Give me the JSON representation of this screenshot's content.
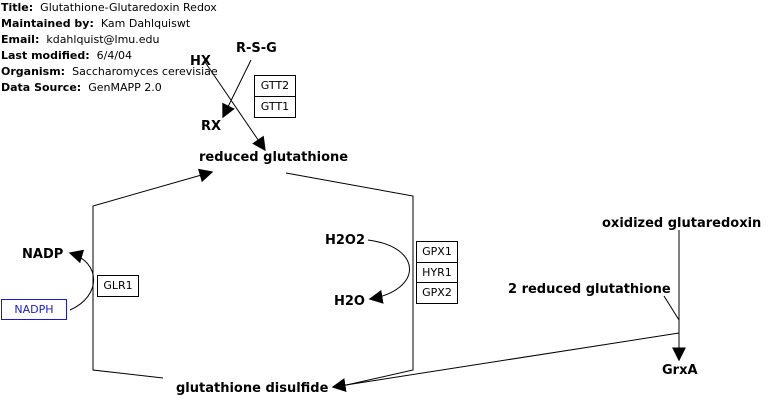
{
  "header": {
    "title_label": "Title:",
    "title_value": "Glutathione-Glutaredoxin Redox",
    "maintained_label": "Maintained by:",
    "maintained_value": "Kam Dahlquiswt",
    "email_label": "Email:",
    "email_value": "kdahlquist@lmu.edu",
    "modified_label": "Last modified:",
    "modified_value": "6/4/04",
    "organism_label": "Organism:",
    "organism_value": "Saccharomyces cerevisiae",
    "source_label": "Data Source:",
    "source_value": "GenMAPP 2.0"
  },
  "labels": {
    "hx": "HX",
    "rsg": "R-S-G",
    "rx": "RX",
    "reduced_glutathione": "reduced glutathione",
    "nadp": "NADP",
    "h2o2": "H2O2",
    "h2o": "H2O",
    "glutathione_disulfide": "glutathione disulfide",
    "oxidized_glutaredoxin": "oxidized glutaredoxin",
    "two_reduced_glutathione": "2 reduced glutathione",
    "grxa": "GrxA"
  },
  "genes": {
    "gtt2": "GTT2",
    "gtt1": "GTT1",
    "glr1": "GLR1",
    "nadph": "NADPH",
    "gpx1": "GPX1",
    "hyr1": "HYR1",
    "gpx2": "GPX2"
  },
  "colors": {
    "line": "#000000",
    "nadph_box": "#1a1acc"
  }
}
